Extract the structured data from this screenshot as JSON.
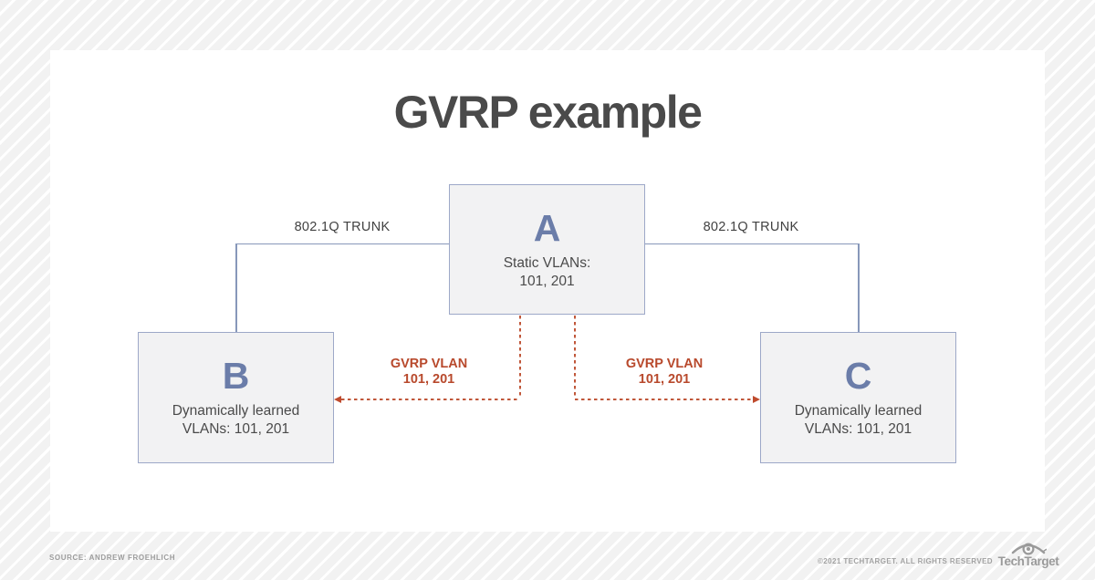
{
  "title": "GVRP example",
  "nodes": [
    {
      "letter": "A",
      "line1": "Static VLANs:",
      "line2": "101, 201"
    },
    {
      "letter": "B",
      "line1": "Dynamically learned",
      "line2": "VLANs: 101, 201"
    },
    {
      "letter": "C",
      "line1": "Dynamically learned",
      "line2": "VLANs: 101, 201"
    }
  ],
  "links": {
    "trunk_left_label": "802.1Q TRUNK",
    "trunk_right_label": "802.1Q TRUNK",
    "gvrp_left": {
      "line1": "GVRP VLAN",
      "line2": "101, 201"
    },
    "gvrp_right": {
      "line1": "GVRP VLAN",
      "line2": "101, 201"
    }
  },
  "footer": {
    "source": "SOURCE: ANDREW FROEHLICH",
    "copyright": "©2021 TECHTARGET. ALL RIGHTS RESERVED",
    "brand": "TechTarget"
  },
  "colors": {
    "accent_red": "#bf4b2e",
    "node_blue": "#6b7da9",
    "node_border": "#9da8c8",
    "connector": "#8798ba",
    "title_text": "#4a4a4a",
    "card_bg": "#ffffff",
    "stripe_bg": "#f2f2f2"
  }
}
